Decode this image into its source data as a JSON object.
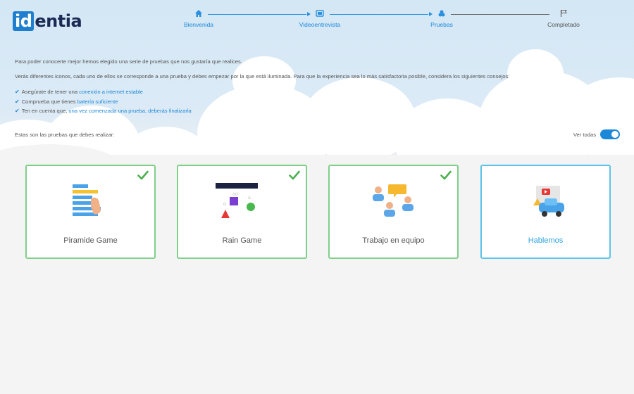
{
  "brand": {
    "logo_box": "id",
    "logo_rest": "entia"
  },
  "stepper": {
    "steps": [
      {
        "label": "Bienvenida",
        "icon": "home-icon",
        "state": "done"
      },
      {
        "label": "Videoentrevista",
        "icon": "video-icon",
        "state": "done"
      },
      {
        "label": "Pruebas",
        "icon": "puzzle-icon",
        "state": "current"
      },
      {
        "label": "Completado",
        "icon": "flag-icon",
        "state": "pending"
      }
    ]
  },
  "intro": {
    "line1": "Para poder conocerte mejor hemos elegido una serie de pruebas que nos gustaría que realices.",
    "line2": "Verás diferentes iconos, cada uno de ellos se corresponde a una prueba y debes empezar por la que está iluminada. Para que la experiencia sea lo más satisfactoria posible, considera los siguientes consejos:"
  },
  "tips": [
    {
      "prefix": "Asegúrate de tener una ",
      "highlight": "conexión a internet estable",
      "suffix": ""
    },
    {
      "prefix": "Comprueba que tienes ",
      "highlight": "batería suficiente",
      "suffix": ""
    },
    {
      "prefix": "Ten en cuenta que, ",
      "highlight": "una vez comenzada una prueba, deberás finalizarla",
      "suffix": ""
    }
  ],
  "tests_heading": "Estas son las pruebas que debes realizar:",
  "toggle": {
    "label": "Ver todas",
    "on": true
  },
  "cards": [
    {
      "title": "Piramide Game",
      "completed": true,
      "icon": "pyramid-game-icon"
    },
    {
      "title": "Rain Game",
      "completed": true,
      "icon": "rain-game-icon"
    },
    {
      "title": "Trabajo en equipo",
      "completed": true,
      "icon": "teamwork-icon"
    },
    {
      "title": "Hablemos",
      "completed": false,
      "active": true,
      "icon": "talk-video-icon"
    }
  ],
  "colors": {
    "accent": "#1e88d8",
    "complete_border": "#7fd08a",
    "active_border": "#5cc3ea",
    "check": "#4caf50"
  }
}
